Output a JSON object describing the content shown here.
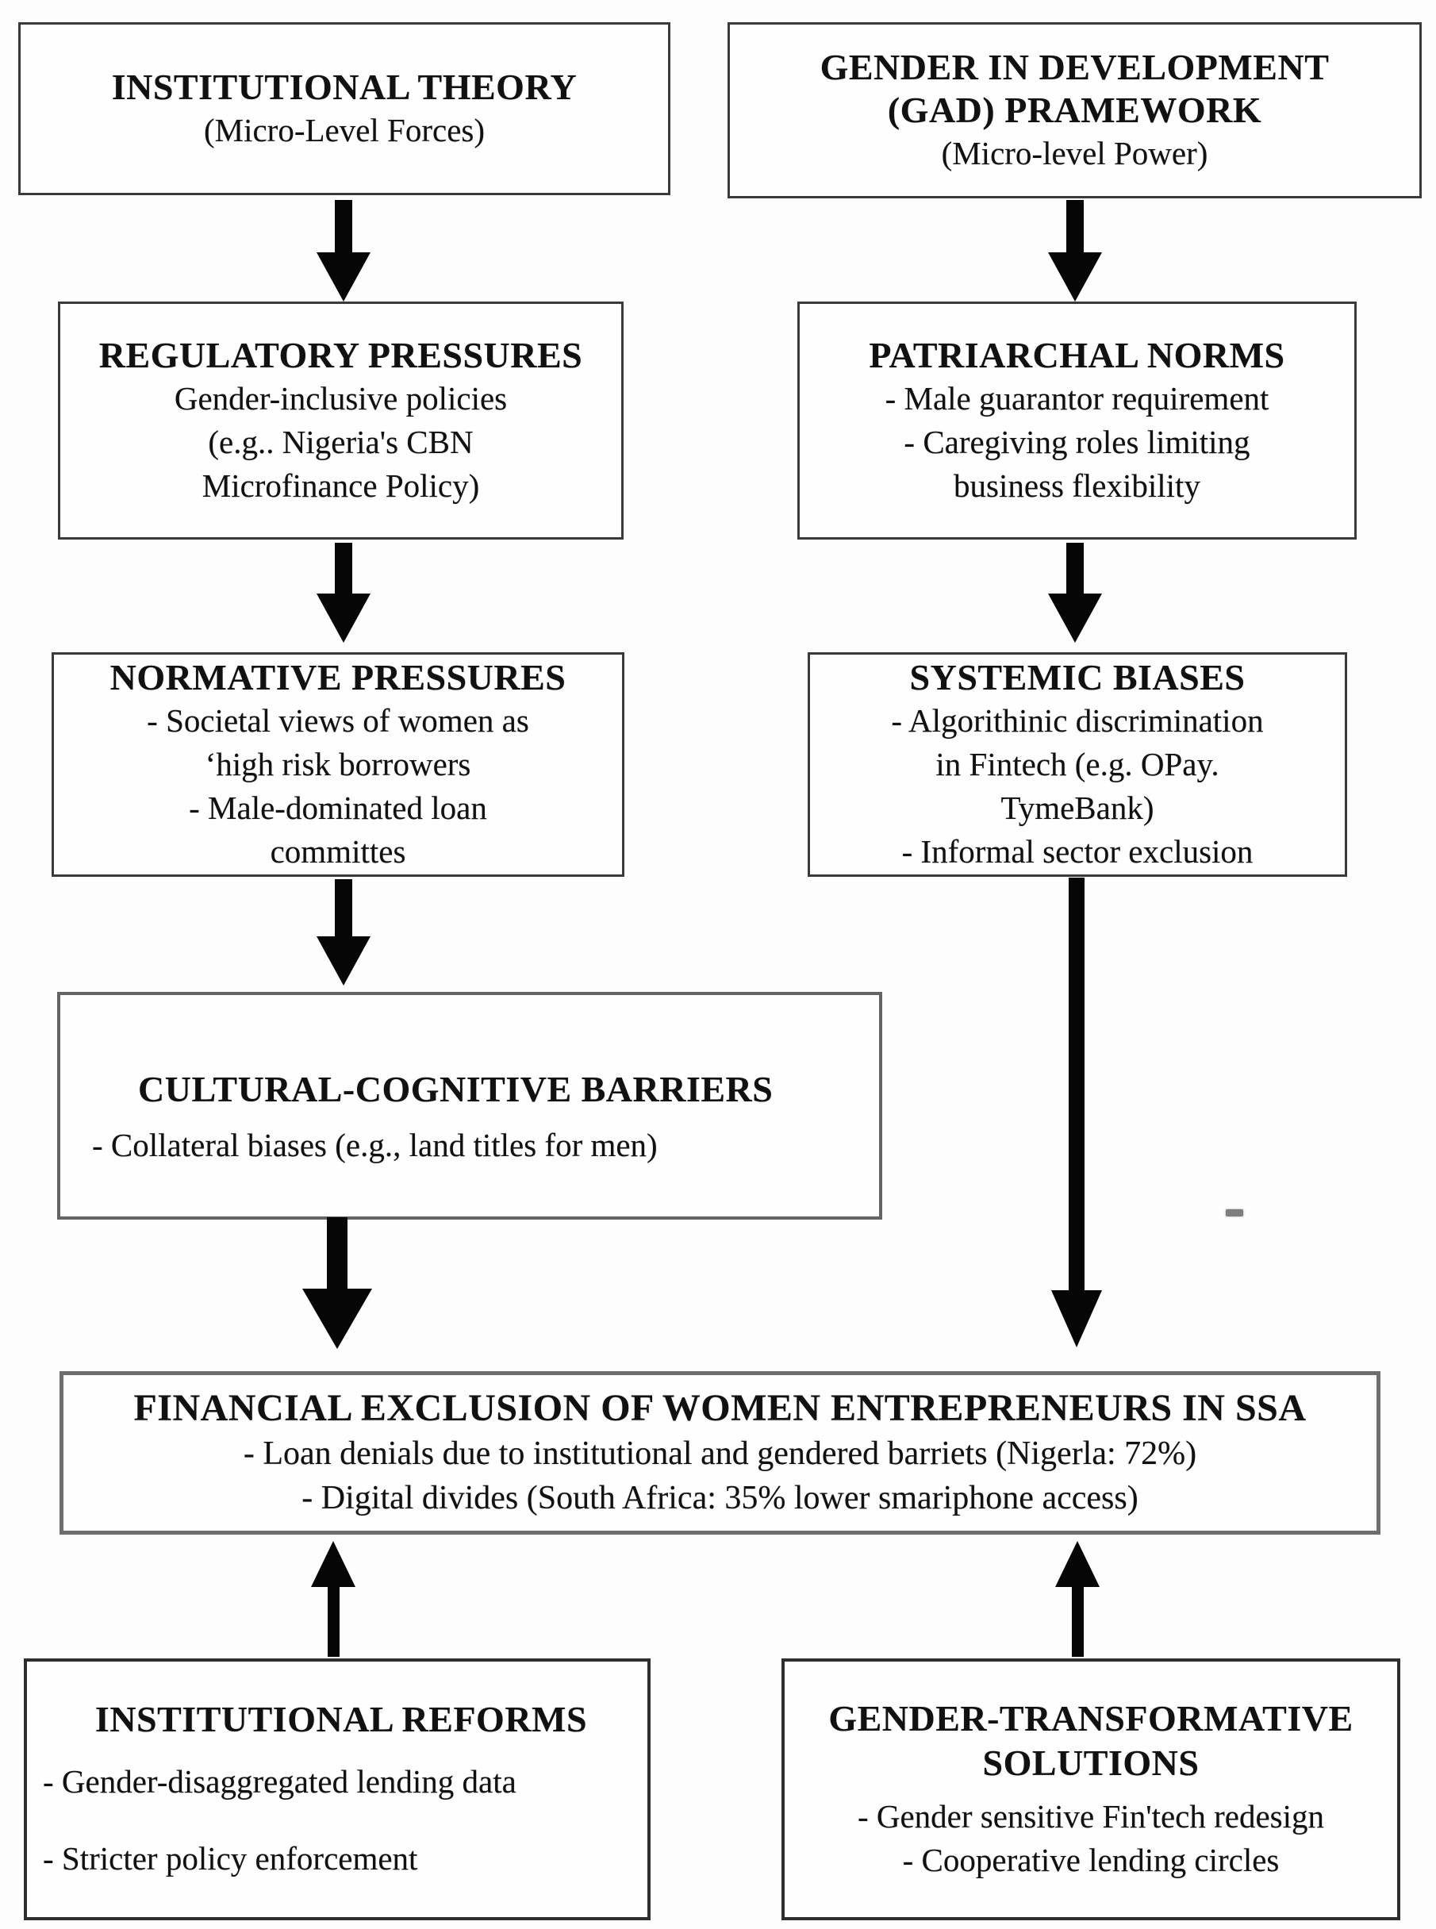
{
  "diagram": {
    "background_color": "#fdfdfd",
    "text_color": "#111111",
    "arrow_color": "#060606",
    "border_color": "#3a3a3a",
    "boxes": {
      "institutional_theory": {
        "title": "INSTITUTIONAL THEORY",
        "subtitle": "(Micro-Level Forces)"
      },
      "gad_framework": {
        "title_line1": "GENDER IN DEVELOPMENT",
        "title_line2": "(GAD) PRAMEWORK",
        "subtitle": "(Micro-level Power)"
      },
      "regulatory_pressures": {
        "title": "REGULATORY PRESSURES",
        "lines": [
          "Gender-inclusive policies",
          "(e.g.. Nigeria's CBN",
          "Microfinance Policy)"
        ]
      },
      "patriarchal_norms": {
        "title": "PATRIARCHAL NORMS",
        "lines": [
          "- Male guarantor requirement",
          "- Caregiving roles limiting",
          "business flexibility"
        ]
      },
      "normative_pressures": {
        "title": "NORMATIVE PRESSURES",
        "lines": [
          "- Societal views of women as",
          "‘high risk  borrowers",
          "- Male-dominated loan",
          "committes"
        ]
      },
      "systemic_biases": {
        "title": "SYSTEMIC BIASES",
        "lines": [
          "- Algorithinic discrimination",
          "in Fintech (e.g. OPay.",
          "TymeBank)",
          "- Informal sector exclusion"
        ]
      },
      "cultural_cognitive_barriers": {
        "title": "CULTURAL-COGNITIVE BARRIERS",
        "lines": [
          "- Collateral biases (e.g., land titles for men)"
        ]
      },
      "financial_exclusion": {
        "title": "FINANCIAL EXCLUSION OF WOMEN ENTREPRENEURS IN SSA",
        "lines": [
          "- Loan denials due to institutional and gendered barriets (Nigerla: 72%)",
          "- Digital divides (South Africa: 35% lower smariphone access)"
        ]
      },
      "institutional_reforms": {
        "title": "INSTITUTIONAL REFORMS",
        "lines": [
          "- Gender-disaggregated lending data",
          "- Stricter policy enforcement"
        ]
      },
      "gender_transformative_solutions": {
        "title_line1": "GENDER-TRANSFORMATIVE",
        "title_line2": "SOLUTIONS",
        "lines": [
          "- Gender sensitive Fin'tech redesign",
          "- Cooperative lending circles"
        ]
      }
    }
  }
}
